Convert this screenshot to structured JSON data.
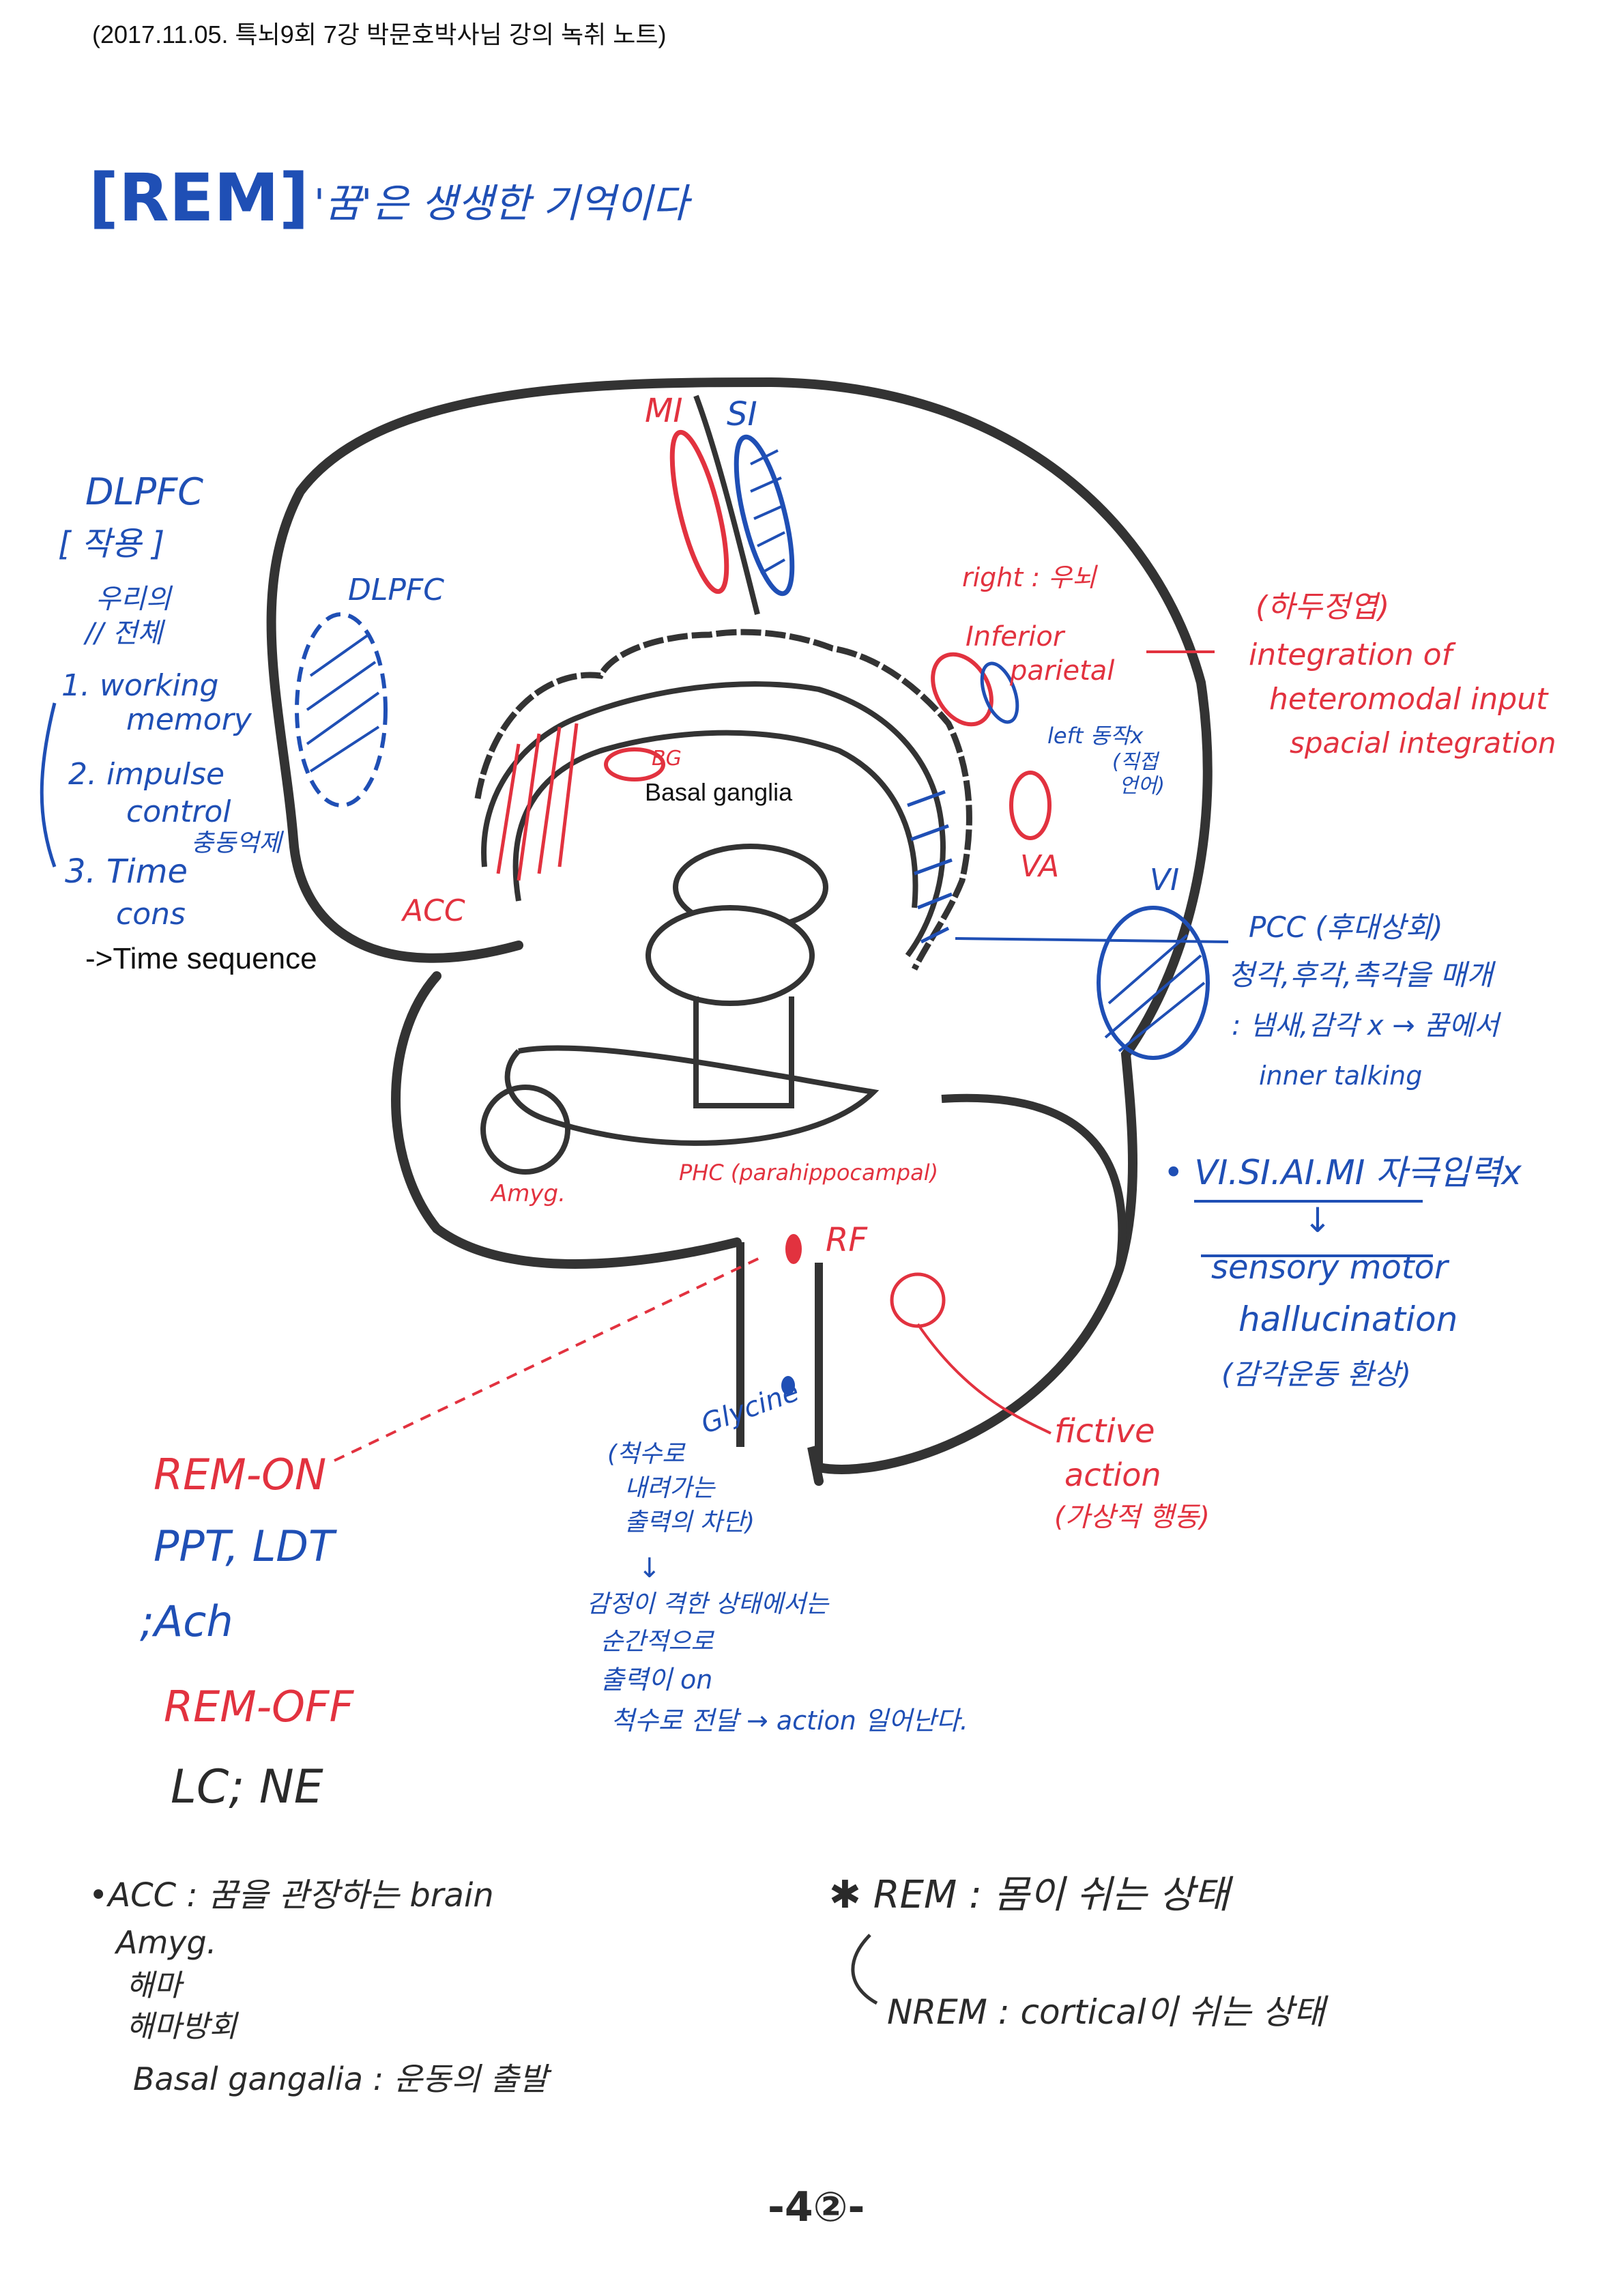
{
  "header": {
    "note_title": "(2017.11.05. 특뇌9회 7강 박문호박사님 강의 녹취 노트)"
  },
  "title": {
    "tag": "[REM]",
    "subtitle": "'꿈'은 생생한 기억이다"
  },
  "dlpfc_panel": {
    "heading": "DLPFC",
    "subheading": "[ 작용 ]",
    "intro_1": "우리의",
    "intro_2": "// 전체",
    "item1_a": "1. working",
    "item1_b": "memory",
    "item2_a": "2. impulse",
    "item2_b": "control",
    "item2_note": "충동억제",
    "item3_a": "3. Time",
    "item3_b": "cons",
    "typed_note": "->Time sequence"
  },
  "brain_labels": {
    "m1": "MI",
    "s1": "SI",
    "dlpfc": "DLPFC",
    "bg_short": "BG",
    "basal_ganglia": "Basal ganglia",
    "acc": "ACC",
    "right": "right : 우뇌",
    "inferior": "Inferior",
    "parietal": "parietal",
    "left_1": "left 동작x",
    "left_2": "(직접",
    "left_3": "언어)",
    "va": "VA",
    "v1": "VI",
    "amyg": "Amyg.",
    "phc": "PHC (parahippocampal)",
    "rf": "RF",
    "glycine": "Glycine"
  },
  "parietal_note": {
    "line1": "(하두정엽)",
    "line2": "integration of",
    "line3": "heteromodal input",
    "line4": "spacial integration"
  },
  "pcc_note": {
    "line1": "PCC (후대상회)",
    "line2": "청각,후각,촉각을 매개",
    "line3": ": 냄새,감각 x → 꿈에서",
    "line4": "inner talking"
  },
  "v1_note": {
    "line1": "• VI.SI.AI.MI  자극입력x",
    "arrow": "↓",
    "line2": "sensory motor",
    "line3": "hallucination",
    "line4": "(감각운동 환상)"
  },
  "fictive": {
    "line1": "fictive",
    "line2": "action",
    "line3": "(가상적 행동)"
  },
  "spinal_note": {
    "line1": "(척수로",
    "line2": "내려가는",
    "line3": "출력의 차단)",
    "arrow": "↓",
    "line4": "감정이 격한 상태에서는",
    "line5": "순간적으로",
    "line6": "출력이 on",
    "line7": "척수로 전달 → action 일어난다."
  },
  "rem_on": {
    "title": "REM-ON",
    "line1": "PPT, LDT",
    "line2": ";Ach"
  },
  "rem_off": {
    "title": "REM-OFF",
    "line1": "LC; NE"
  },
  "bottom_left": {
    "line1": "•ACC : 꿈을 관장하는 brain",
    "line2": "Amyg.",
    "line3": "해마",
    "line4": "해마방회",
    "line5": "Basal gangalia : 운동의 출발"
  },
  "bottom_right": {
    "line1": "✱ REM : 몸이 쉬는 상태",
    "line2": "NREM : cortical이 쉬는 상태"
  },
  "page_number": "-4②-",
  "colors": {
    "blue": "#1f4fb5",
    "red": "#e2323f",
    "outline": "#333333"
  }
}
